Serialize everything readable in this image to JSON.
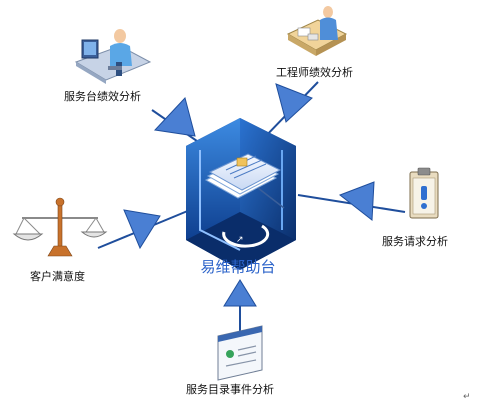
{
  "center": {
    "title": "易维帮助台"
  },
  "nodes": {
    "service_desk": {
      "label": "服务台绩效分析",
      "icon": "person-at-computer-icon"
    },
    "engineer": {
      "label": "工程师绩效分析",
      "icon": "person-at-desk-icon"
    },
    "requests": {
      "label": "服务请求分析",
      "icon": "clipboard-alert-icon"
    },
    "satisfaction": {
      "label": "客户满意度",
      "icon": "balance-scale-icon"
    },
    "catalog": {
      "label": "服务目录事件分析",
      "icon": "browser-window-icon"
    }
  },
  "page": {
    "return_mark": "↵"
  },
  "colors": {
    "arrow_fill": "#4a7fd3",
    "arrow_stroke": "#1f4e9c",
    "cube_top": "#3a86df",
    "cube_left": "#1758b5",
    "cube_right": "#0f3f88",
    "center_text": "#2a62c9"
  }
}
